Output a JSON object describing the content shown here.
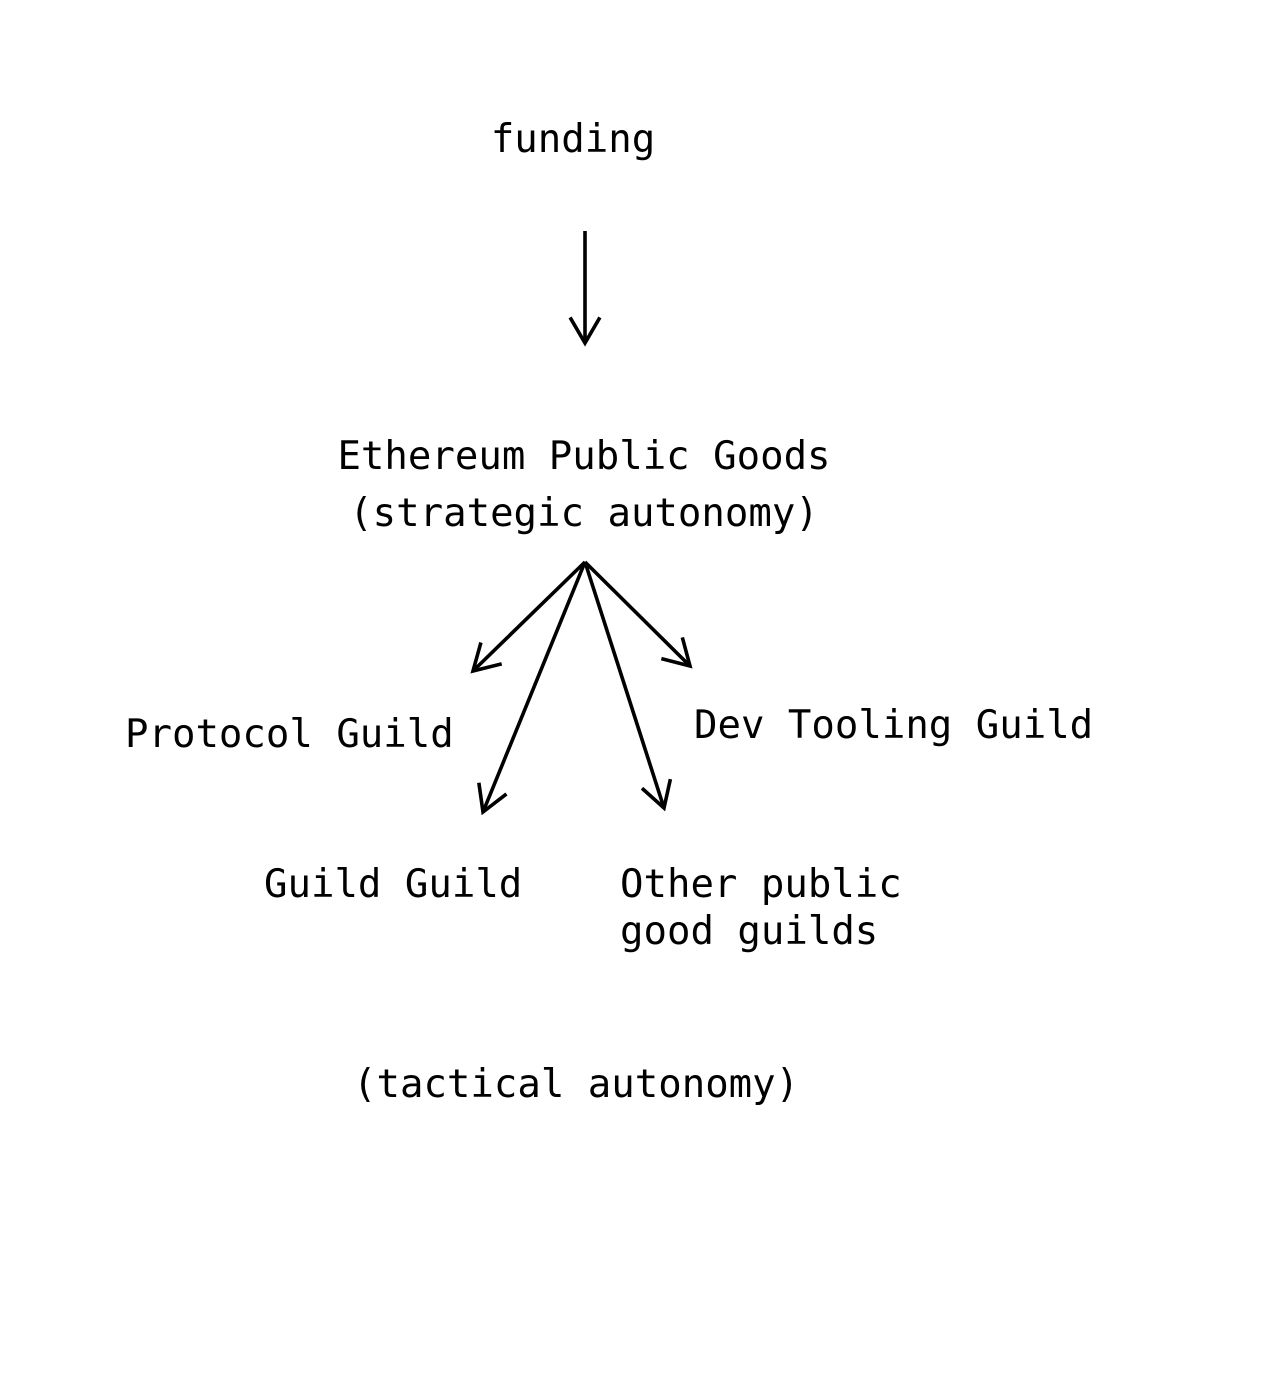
{
  "diagram": {
    "background_color": "#ffffff",
    "ink_color": "#000000",
    "funding": {
      "label": "funding"
    },
    "ethereum_public_goods": {
      "title": "Ethereum Public Goods",
      "subtitle": "(strategic autonomy)"
    },
    "guilds": {
      "protocol": "Protocol Guild",
      "dev_tooling": "Dev Tooling Guild",
      "guild_guild": "Guild Guild",
      "other_line1": "Other public",
      "other_line2": "good guilds"
    },
    "tactical_note": "(tactical autonomy)",
    "arrows": [
      {
        "name": "funding-to-ethereum-public-goods"
      },
      {
        "name": "ethereum-public-goods-to-protocol-guild"
      },
      {
        "name": "ethereum-public-goods-to-dev-tooling-guild"
      },
      {
        "name": "ethereum-public-goods-to-guild-guild"
      },
      {
        "name": "ethereum-public-goods-to-other-public-good-guilds"
      }
    ]
  }
}
